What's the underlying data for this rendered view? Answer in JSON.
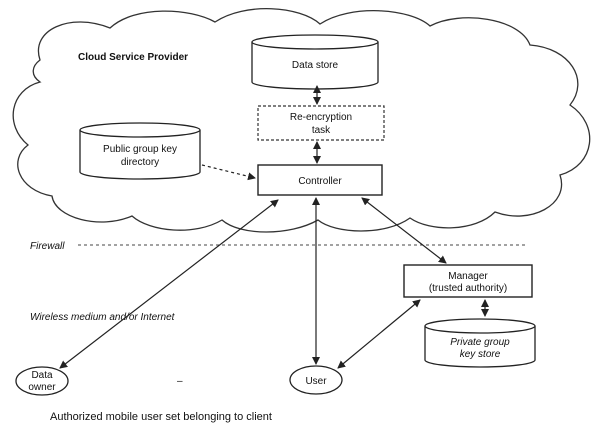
{
  "diagram": {
    "cloud_label": "Cloud Service Provider",
    "data_store": "Data store",
    "reencryption_task": [
      "Re-encryption",
      "task"
    ],
    "public_directory": [
      "Public group key",
      "directory"
    ],
    "controller": "Controller",
    "firewall": "Firewall",
    "manager": [
      "Manager",
      "(trusted authority)"
    ],
    "wireless": "Wireless medium and/or Internet",
    "private_store": [
      "Private group",
      "key store"
    ],
    "data_owner": [
      "Data",
      "owner"
    ],
    "dash": "–",
    "user": "User",
    "caption": "Authorized mobile user set belonging to client"
  }
}
